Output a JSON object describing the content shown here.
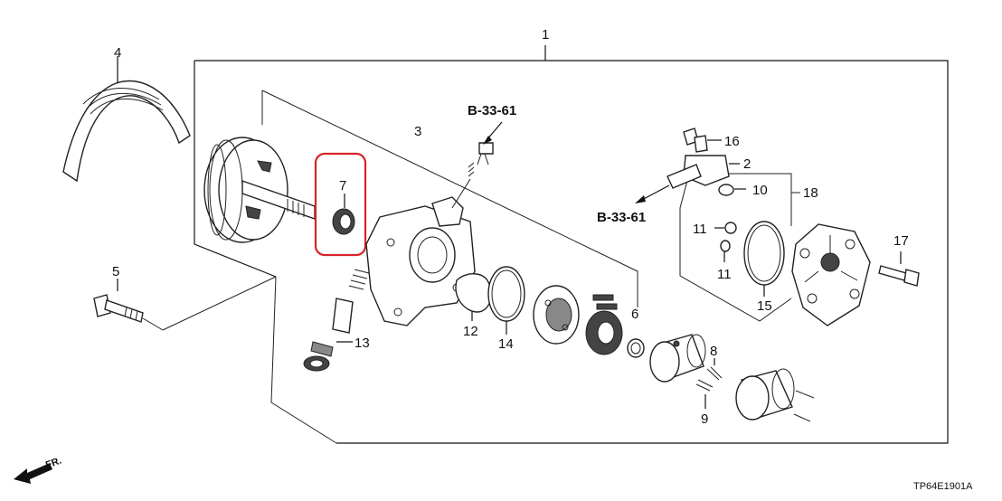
{
  "callouts": {
    "c1": "1",
    "c2": "2",
    "c3": "3",
    "c4": "4",
    "c5": "5",
    "c6": "6",
    "c7": "7",
    "c8": "8",
    "c9": "9",
    "c10": "10",
    "c11a": "11",
    "c11b": "11",
    "c12": "12",
    "c13": "13",
    "c14": "14",
    "c15": "15",
    "c16": "16",
    "c17": "17",
    "c18": "18"
  },
  "references": {
    "ref_top": "B-33-61",
    "ref_mid": "B-33-61"
  },
  "direction_label": "FR.",
  "diagram_code": "TP64E1901A",
  "colors": {
    "highlight": "#d8232a",
    "ink": "#111111"
  }
}
